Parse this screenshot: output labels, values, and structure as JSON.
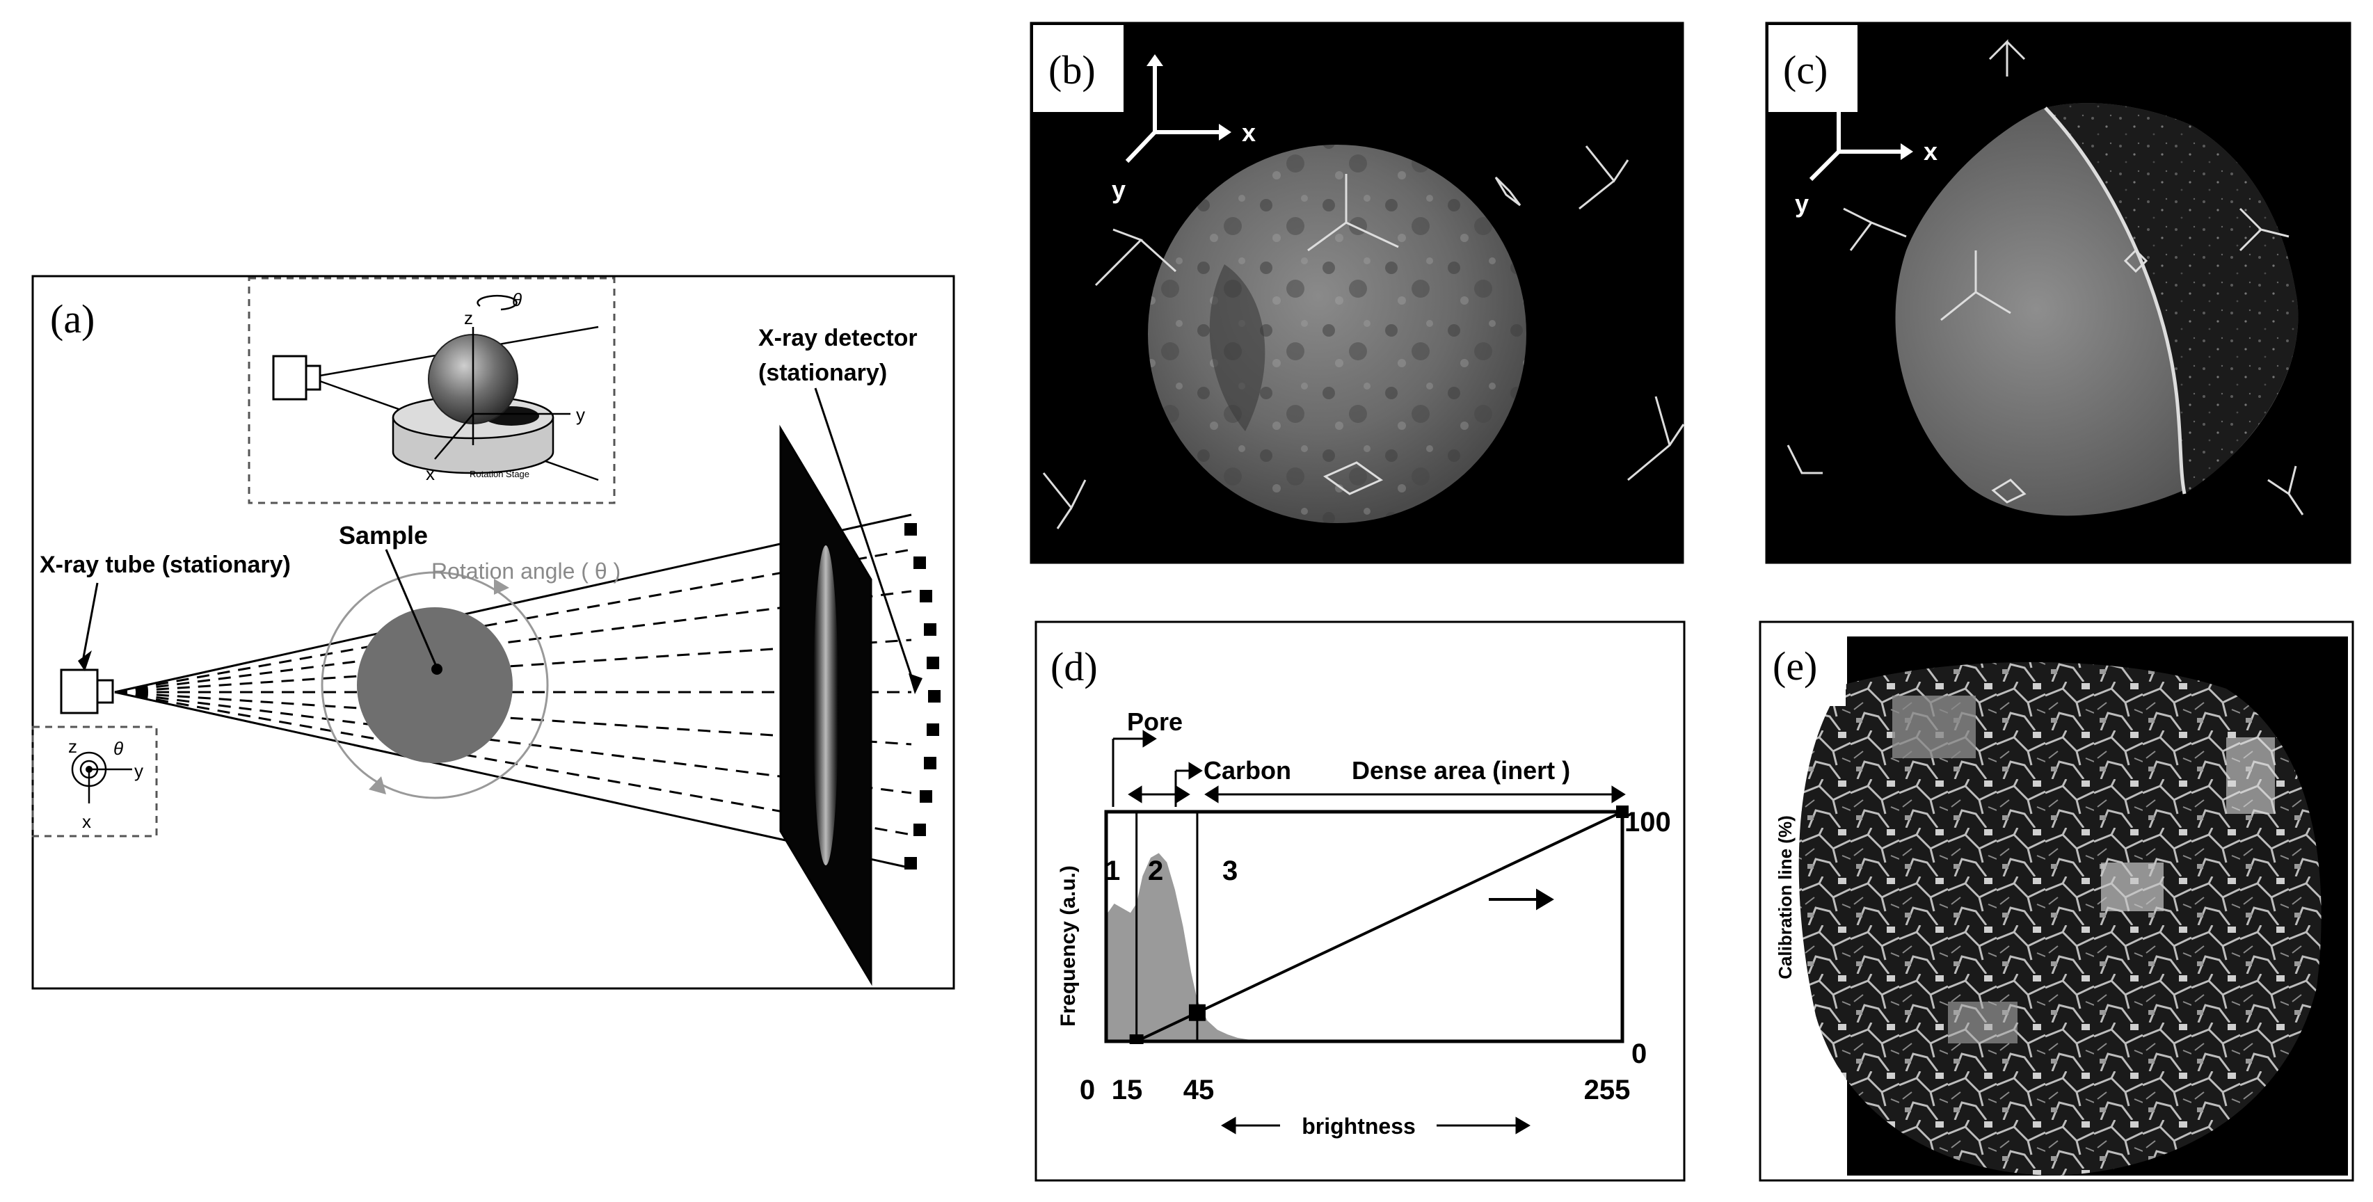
{
  "panels": {
    "a": {
      "label": "(a)",
      "inset": {
        "z": "z",
        "theta": "θ",
        "y": "y",
        "x": "x",
        "stage": "Rotation   Stage"
      },
      "tube": "X-ray tube (stationary)",
      "sample": "Sample",
      "rotation": "Rotation angle ( θ )",
      "detector_line1": "X-ray detector",
      "detector_line2": "(stationary)",
      "small_axes": {
        "z": "z",
        "theta": "θ",
        "y": "y",
        "x": "x"
      }
    },
    "b": {
      "label": "(b)",
      "axis_x": "x",
      "axis_y": "y"
    },
    "c": {
      "label": "(c)",
      "axis_x": "x",
      "axis_y": "y"
    },
    "d": {
      "label": "(d)",
      "pore": "Pore",
      "carbon": "Carbon",
      "dense": "Dense area (inert )",
      "region1": "1",
      "region2": "2",
      "region3": "3",
      "ylabel": "Frequency (a.u.)",
      "xlabel": "brightness",
      "right_top": "100",
      "right_bottom": "0"
    },
    "e": {
      "label": "(e)",
      "side_label": "Calibration line (%)"
    }
  },
  "chart_data": {
    "type": "area",
    "xlabel": "brightness",
    "ylabel": "Frequency (a.u.)",
    "xlim": [
      0,
      255
    ],
    "x_ticks": [
      0,
      15,
      45,
      255
    ],
    "x_tick_labels": [
      "0",
      "15",
      "45",
      "255"
    ],
    "thresholds": [
      15,
      45
    ],
    "regions": [
      {
        "id": "1",
        "name": "Pore",
        "range": [
          0,
          15
        ]
      },
      {
        "id": "2",
        "name": "Carbon",
        "range": [
          15,
          45
        ]
      },
      {
        "id": "3",
        "name": "Dense area (inert )",
        "range": [
          45,
          255
        ]
      }
    ],
    "histogram": {
      "x": [
        0,
        4,
        8,
        12,
        15,
        18,
        22,
        26,
        30,
        34,
        38,
        42,
        45,
        50,
        55,
        60,
        65,
        70,
        80,
        90
      ],
      "y": [
        0.55,
        0.6,
        0.58,
        0.56,
        0.6,
        0.72,
        0.8,
        0.82,
        0.78,
        0.66,
        0.5,
        0.3,
        0.18,
        0.09,
        0.05,
        0.03,
        0.015,
        0.008,
        0.003,
        0
      ]
    },
    "calibration_line": {
      "x": [
        15,
        255
      ],
      "y": [
        0,
        100
      ]
    },
    "right_axis_ticks": [
      0,
      100
    ]
  }
}
